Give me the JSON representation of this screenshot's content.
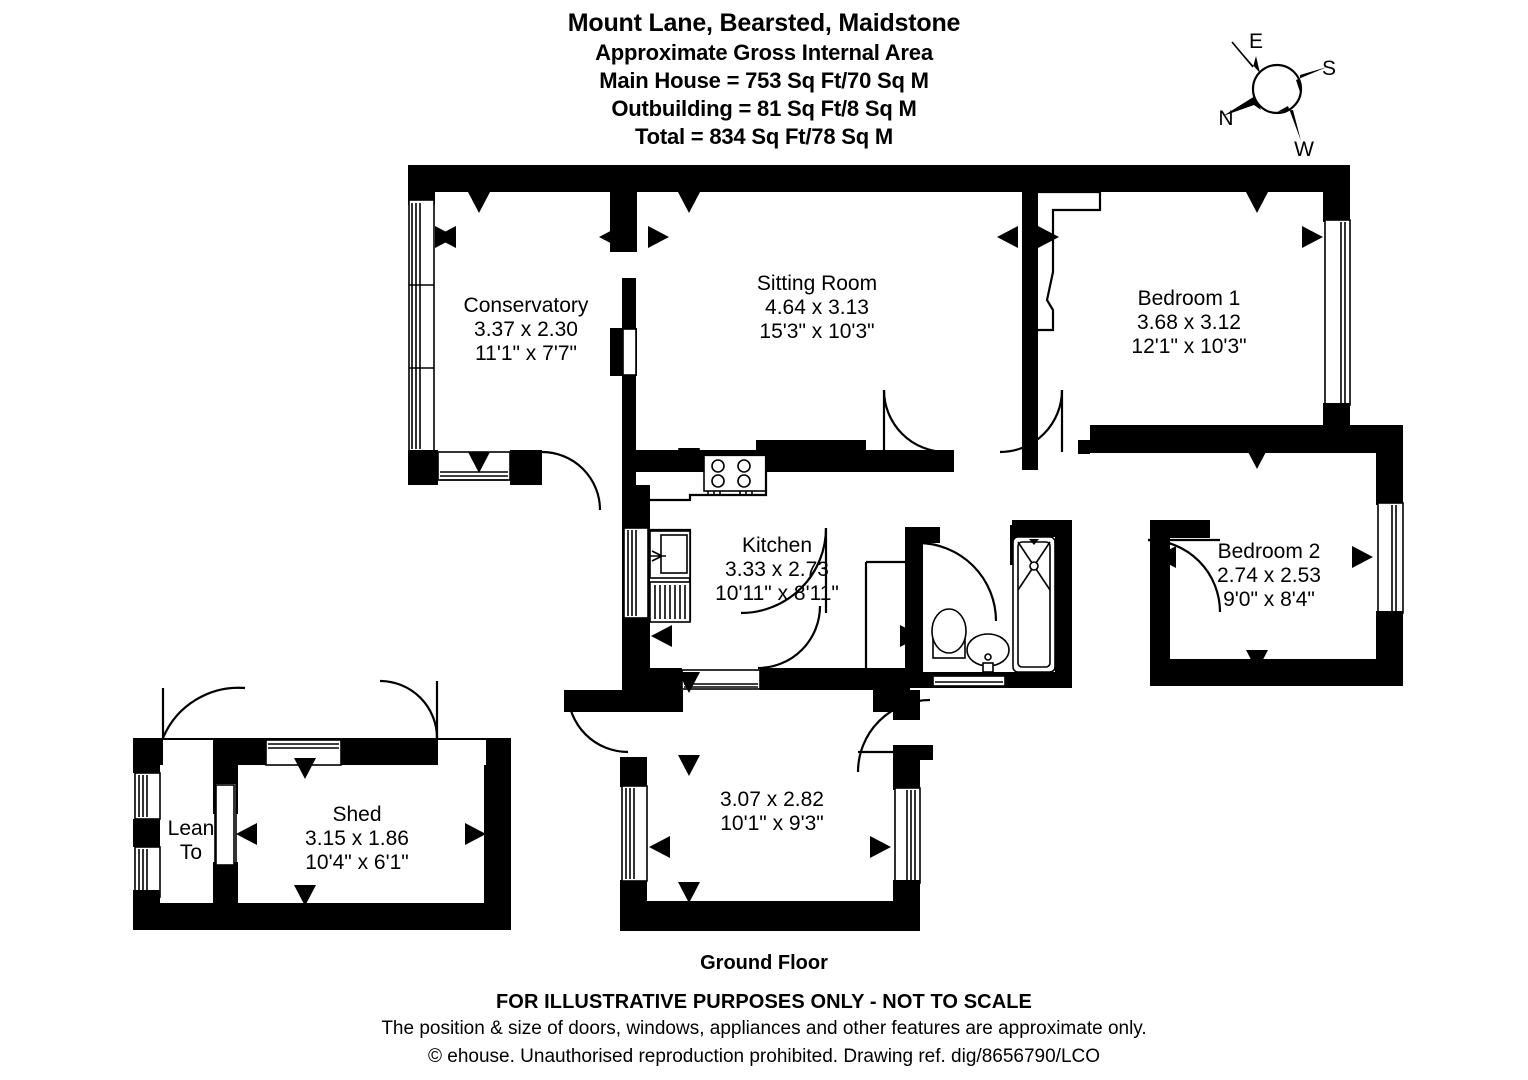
{
  "header": {
    "title": "Mount Lane, Bearsted, Maidstone",
    "subtitle": "Approximate Gross Internal Area",
    "main_house": "Main House = 753 Sq Ft/70 Sq M",
    "outbuilding": "Outbuilding = 81 Sq Ft/8 Sq M",
    "total": "Total = 834 Sq Ft/78 Sq M"
  },
  "compass": {
    "name": "compass-rose",
    "top_left": "E",
    "top_right": "S",
    "bottom_left": "N",
    "bottom_right": "W"
  },
  "floor": {
    "label": "Ground Floor"
  },
  "rooms": [
    {
      "id": "conservatory",
      "name": "Conservatory",
      "metric": "3.37 x 2.30",
      "imperial": "11'1\" x 7'7\""
    },
    {
      "id": "sitting-room",
      "name": "Sitting Room",
      "metric": "4.64 x 3.13",
      "imperial": "15'3\" x 10'3\""
    },
    {
      "id": "bedroom-1",
      "name": "Bedroom 1",
      "metric": "3.68 x 3.12",
      "imperial": "12'1\" x 10'3\""
    },
    {
      "id": "bedroom-2",
      "name": "Bedroom 2",
      "metric": "2.74 x 2.53",
      "imperial": "9'0\" x 8'4\""
    },
    {
      "id": "kitchen",
      "name": "Kitchen",
      "metric": "3.33 x 2.73",
      "imperial": "10'11\" x 8'11\""
    },
    {
      "id": "rear-room",
      "name": "",
      "metric": "3.07 x 2.82",
      "imperial": "10'1\" x 9'3\""
    },
    {
      "id": "shed",
      "name": "Shed",
      "metric": "3.15 x 1.86",
      "imperial": "10'4\" x 6'1\""
    },
    {
      "id": "lean-to",
      "name_line1": "Lean",
      "name_line2": "To",
      "metric": "",
      "imperial": ""
    }
  ],
  "fixtures": [
    {
      "id": "hob",
      "label": "hob-icon"
    },
    {
      "id": "sink",
      "label": "sink-icon"
    },
    {
      "id": "drainer",
      "label": "drainer-icon"
    },
    {
      "id": "wc",
      "label": "toilet-icon"
    },
    {
      "id": "basin",
      "label": "basin-icon"
    },
    {
      "id": "bath",
      "label": "bath-shower-icon"
    }
  ],
  "footer": {
    "disclaimer": "FOR ILLUSTRATIVE PURPOSES ONLY - NOT TO SCALE",
    "note": "The position & size of doors, windows, appliances and other features are approximate only.",
    "copyright": "© ehouse. Unauthorised reproduction prohibited. Drawing ref. dig/8656790/LCO"
  },
  "colors": {
    "wall": "#000000",
    "background": "#ffffff"
  }
}
